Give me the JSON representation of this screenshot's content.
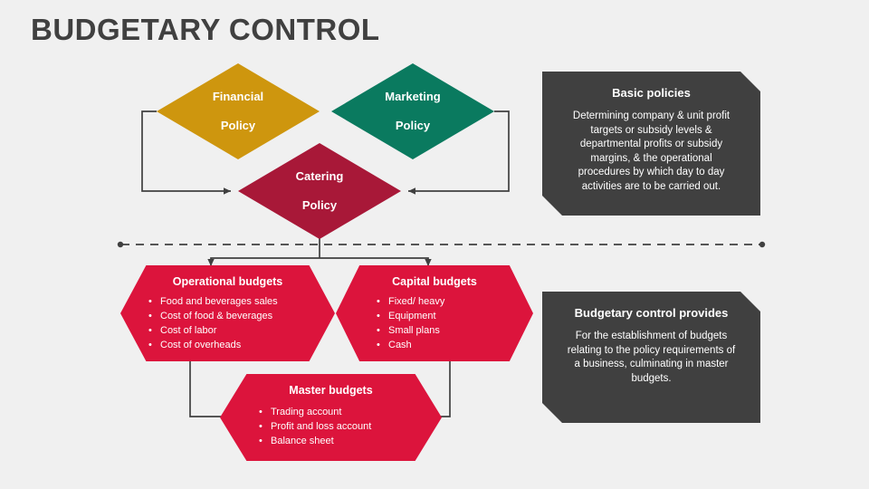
{
  "page": {
    "title": "BUDGETARY CONTROL",
    "background_color": "#f0f0f0",
    "title_color": "#404040"
  },
  "colors": {
    "financial_policy": "#CE960E",
    "marketing_policy": "#0A7A5F",
    "catering_policy": "#A81838",
    "budget_hexagon": "#DC143C",
    "note_box": "#404040",
    "connector": "#404040"
  },
  "policies": [
    {
      "id": "financial-policy",
      "label": "Financial\nPolicy",
      "line1": "Financial",
      "line2": "Policy",
      "color": "#CE960E"
    },
    {
      "id": "marketing-policy",
      "label": "Marketing\nPolicy",
      "line1": "Marketing",
      "line2": "Policy",
      "color": "#0A7A5F"
    },
    {
      "id": "catering-policy",
      "label": "Catering\nPolicy",
      "line1": "Catering",
      "line2": "Policy",
      "color": "#A81838"
    }
  ],
  "budgets": [
    {
      "id": "operational-budgets",
      "title": "Operational budgets",
      "items": [
        "Food and beverages sales",
        "Cost of food & beverages",
        "Cost of labor",
        "Cost of overheads"
      ]
    },
    {
      "id": "capital-budgets",
      "title": "Capital budgets",
      "items": [
        "Fixed/ heavy",
        "Equipment",
        "Small plans",
        "Cash"
      ]
    },
    {
      "id": "master-budgets",
      "title": "Master budgets",
      "items": [
        "Trading account",
        "Profit and loss account",
        "Balance sheet"
      ]
    }
  ],
  "notes": [
    {
      "id": "basic-policies",
      "title": "Basic policies",
      "body": "Determining company & unit profit targets or subsidy levels & departmental profits or subsidy margins, & the operational procedures by which day to day activities are to be carried out."
    },
    {
      "id": "budgetary-control-provides",
      "title": "Budgetary control provides",
      "body": "For the establishment of budgets relating to the policy requirements of a business, culminating in master budgets."
    }
  ]
}
